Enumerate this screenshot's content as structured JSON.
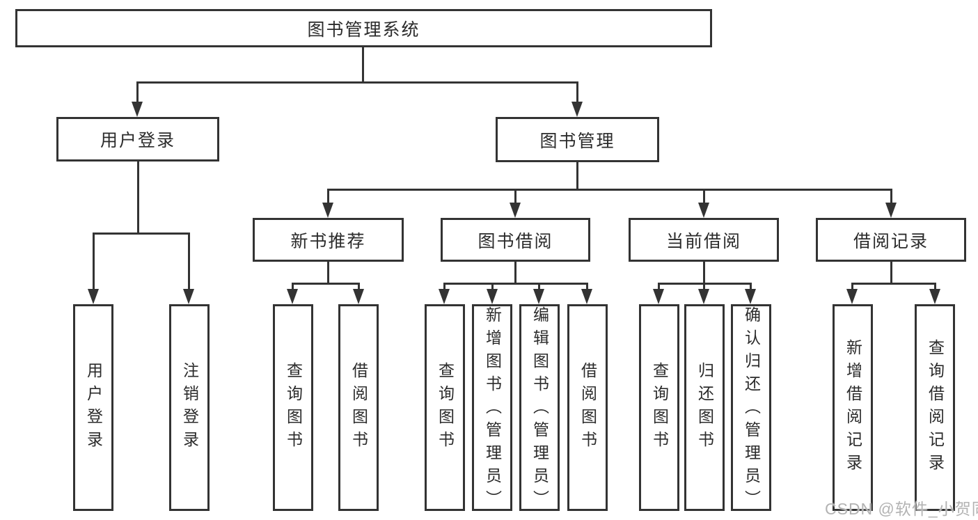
{
  "tree": {
    "label": "图书管理系统",
    "children": [
      {
        "label": "用户登录",
        "children": [
          {
            "label": "用户登录"
          },
          {
            "label": "注销登录"
          }
        ]
      },
      {
        "label": "图书管理",
        "children": [
          {
            "label": "新书推荐",
            "children": [
              {
                "label": "查询图书"
              },
              {
                "label": "借阅图书"
              }
            ]
          },
          {
            "label": "图书借阅",
            "children": [
              {
                "label": "查询图书"
              },
              {
                "label": "新增图书（管理员）"
              },
              {
                "label": "编辑图书（管理员）"
              },
              {
                "label": "借阅图书"
              }
            ]
          },
          {
            "label": "当前借阅",
            "children": [
              {
                "label": "查询图书"
              },
              {
                "label": "归还图书"
              },
              {
                "label": "确认归还（管理员）"
              }
            ]
          },
          {
            "label": "借阅记录",
            "children": [
              {
                "label": "新增借阅记录"
              },
              {
                "label": "查询借阅记录"
              }
            ]
          }
        ]
      }
    ]
  },
  "watermark": "CSDN @软件_小贺同学",
  "colors": {
    "line": "#333333",
    "text": "#2b2b2b",
    "watermark": "#b3b3b3",
    "background": "#ffffff"
  }
}
